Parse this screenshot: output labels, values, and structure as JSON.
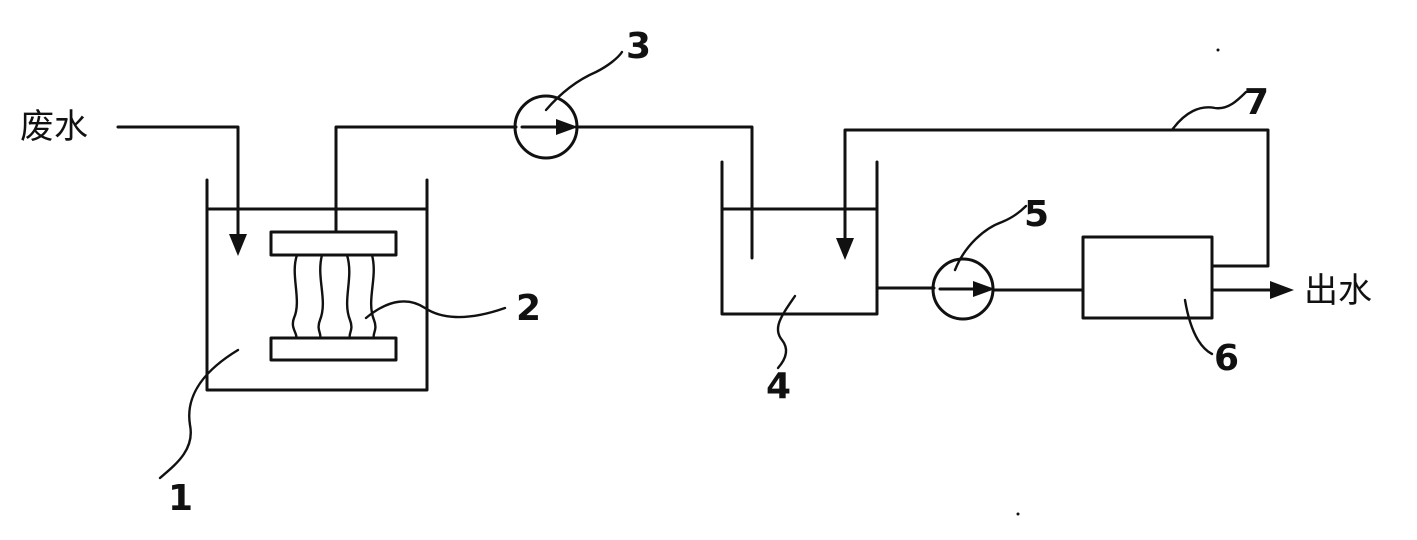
{
  "labels": {
    "inlet": "废水",
    "outlet": "出水"
  },
  "components": [
    {
      "id": "1",
      "number": "1"
    },
    {
      "id": "2",
      "number": "2"
    },
    {
      "id": "3",
      "number": "3"
    },
    {
      "id": "4",
      "number": "4"
    },
    {
      "id": "5",
      "number": "5"
    },
    {
      "id": "6",
      "number": "6"
    },
    {
      "id": "7",
      "number": "7"
    }
  ],
  "colors": {
    "line": "#111111",
    "background": "#ffffff"
  }
}
